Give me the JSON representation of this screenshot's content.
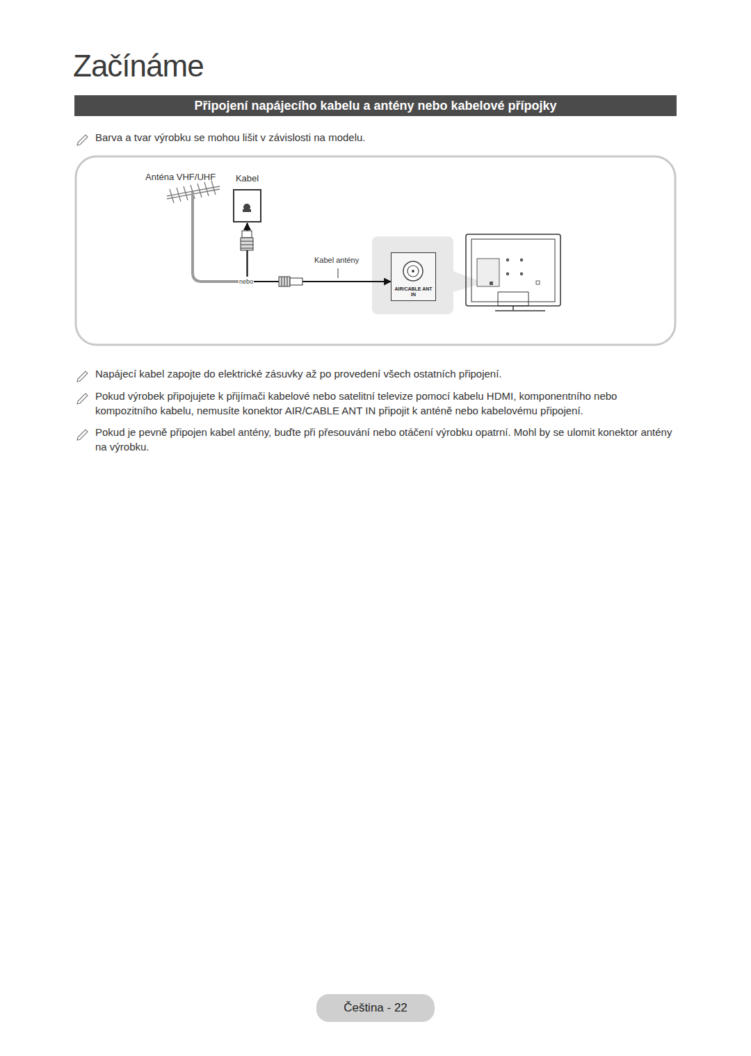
{
  "diagram": {
    "title": "Začínáme",
    "nodes": [
      {
        "text": [
          "Kabel"
        ]
      },
      {
        "text": [
          "AIR/CABLE ANT IN"
        ]
      }
    ],
    "edges": [
      {
        "from": 0,
        "to": 1,
        "arrow": "both"
      }
    ],
    "labels": [
      "Připojení napájecího kabelu a antény nebo kabelové přípojky",
      "Barva a tvar výrobku se mohou lišit v závislosti na modelu.",
      "Anténa VHF/UHF",
      "nebo",
      "Kabel antény",
      "Napájecí kabel zapojte do elektrické zásuvky až po provedení všech ostatních připojení.",
      "Pokud výrobek připojujete k přijímači kabelové nebo satelitní televize pomocí kabelu HDMI, komponentního nebo kompozitního kabelu, nemusíte konektor AIR/CABLE ANT IN připojit k anténě nebo kabelovému připojení.",
      "Pokud je pevně připojen kabel antény, buďte při přesouvání nebo otáčení výrobku opatrní. Mohl by se ulomit konektor antény na výrobku.",
      "Čeština - 22"
    ]
  }
}
